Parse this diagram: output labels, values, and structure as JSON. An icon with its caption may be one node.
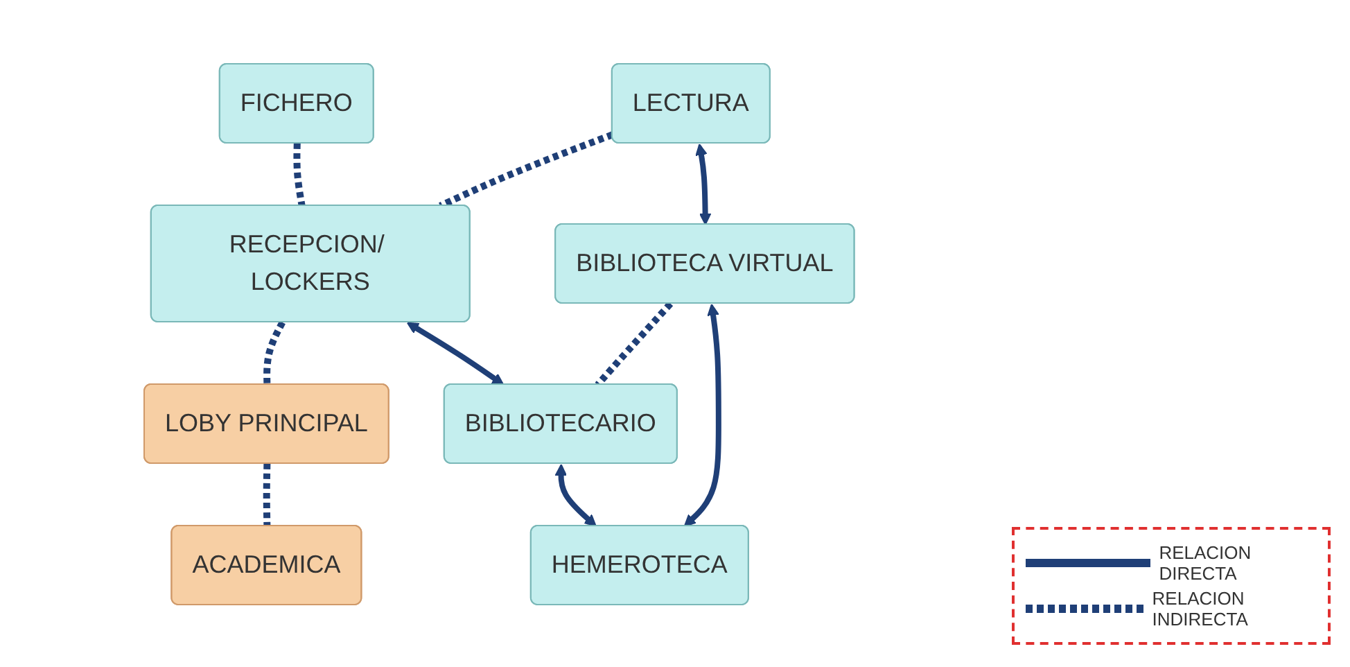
{
  "diagram": {
    "nodes": [
      {
        "text": [
          "FICHERO"
        ]
      },
      {
        "text": [
          "ACADEMICA"
        ]
      },
      {
        "text": [
          "LECTURA"
        ]
      },
      {
        "text": [
          "RECEPCION/ LOCKERS"
        ]
      },
      {
        "text": [
          "LOBY PRINCIPAL"
        ]
      },
      {
        "text": [
          "BIBLIOTECA VIRTUAL"
        ]
      },
      {
        "text": [
          "BIBLIOTECARIO"
        ]
      },
      {
        "text": [
          "HEMEROTECA"
        ]
      }
    ],
    "edges": [
      {
        "from": 0,
        "to": 3,
        "arrow": "none",
        "style": "dashed"
      },
      {
        "from": 2,
        "to": 3,
        "arrow": "none",
        "style": "dashed"
      },
      {
        "from": 3,
        "to": 4,
        "arrow": "none",
        "style": "dashed"
      },
      {
        "from": 4,
        "to": 1,
        "arrow": "none",
        "style": "dashed"
      },
      {
        "from": 2,
        "to": 5,
        "arrow": "both"
      },
      {
        "from": 3,
        "to": 6,
        "arrow": "both"
      },
      {
        "from": 5,
        "to": 6,
        "arrow": "none",
        "style": "dashed"
      },
      {
        "from": 6,
        "to": 7,
        "arrow": "both"
      },
      {
        "from": 5,
        "to": 7,
        "arrow": "both"
      }
    ],
    "legend": [
      {
        "text": "RELACION DIRECTA"
      },
      {
        "text": "RELACION INDIRECTA"
      }
    ]
  }
}
